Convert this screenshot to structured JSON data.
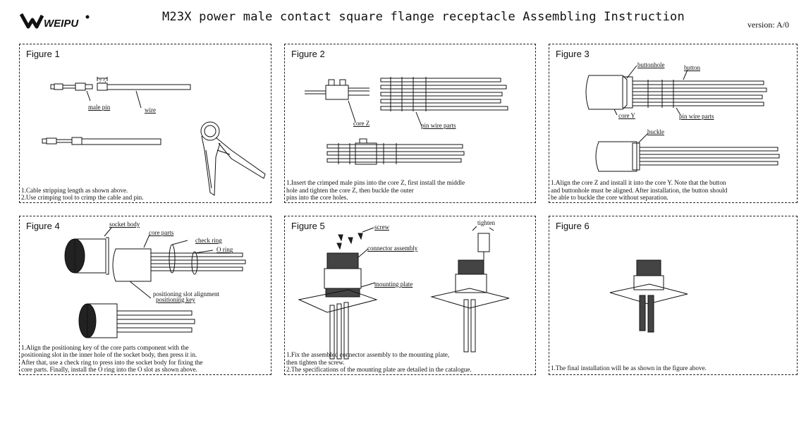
{
  "header": {
    "logo_text": "WEIPU",
    "title": "M23X power male contact square flange receptacle Assembling Instruction",
    "version": "version: A/0"
  },
  "figures": [
    {
      "title": "Figure 1",
      "labels": {
        "dim": "7.5",
        "male_pin": "male pin",
        "wire": "wire"
      },
      "steps": [
        "1.Cable stripping length as shown above.",
        "2.Use crimping tool to crimp the cable and pin."
      ]
    },
    {
      "title": "Figure 2",
      "labels": {
        "core_z": "core Z",
        "pin_wire_parts": "pin wire parts"
      },
      "steps": [
        "1.Insert the crimped male pins into the core Z, first install the middle",
        "hole and tighten the core Z, then buckle the outer",
        "pins into the core holes."
      ]
    },
    {
      "title": "Figure 3",
      "labels": {
        "buttonhole": "buttonhole",
        "button": "button",
        "core_y": "core Y",
        "pin_wire_parts": "pin wire parts",
        "buckle": "buckle"
      },
      "steps": [
        "1.Align the core Z and install it into the core Y. Note that the button",
        "and buttonhole must be aligned. After installation, the button should",
        "be able to buckle the core without separation."
      ]
    },
    {
      "title": "Figure 4",
      "labels": {
        "socket_body": "socket body",
        "core_parts": "core parts",
        "check_ring": "check ring",
        "o_ring": "O ring",
        "slot_alignment": "positioning slot alignment",
        "positioning_key": "positioning key"
      },
      "steps": [
        "1.Align the positioning key of the core parts component with the",
        "positioning slot in the inner hole of the socket body, then press it in.",
        "After that, use a check ring to press into the socket body for fixing the",
        "core parts. Finally, install the O ring into the O slot as shown above."
      ]
    },
    {
      "title": "Figure 5",
      "labels": {
        "screw": "screw",
        "connector_assembly": "connector assembly",
        "mounting_plate": "mounting plate",
        "tighten": "tighten"
      },
      "steps": [
        "1.Fix the assembled connector assembly to the mounting plate,",
        "then tighten the screw.",
        "2.The specifications of the mounting plate are detailed in the catalogue."
      ]
    },
    {
      "title": "Figure 6",
      "labels": {},
      "steps": [
        "1.The final installation will be as shown in the figure above."
      ]
    }
  ]
}
